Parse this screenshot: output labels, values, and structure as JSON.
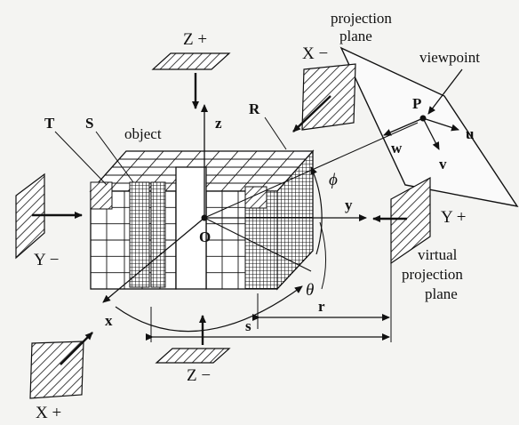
{
  "labels": {
    "projection_plane_1": "projection",
    "projection_plane_2": "plane",
    "viewpoint": "viewpoint",
    "P": "P",
    "u": "u",
    "v": "v",
    "w": "w",
    "R": "R",
    "T": "T",
    "S": "S",
    "object": "object",
    "z": "z",
    "y": "y",
    "x": "x",
    "O": "O",
    "phi": "ϕ",
    "theta": "θ",
    "r": "r",
    "s": "s",
    "z_plus": "Z +",
    "z_minus": "Z −",
    "x_minus": "X −",
    "x_plus": "X +",
    "y_minus": "Y −",
    "y_plus": "Y +",
    "virtual_1": "virtual",
    "virtual_2": "projection",
    "virtual_3": "plane"
  },
  "colors": {
    "ink": "#111111",
    "background": "#f4f4f2"
  }
}
